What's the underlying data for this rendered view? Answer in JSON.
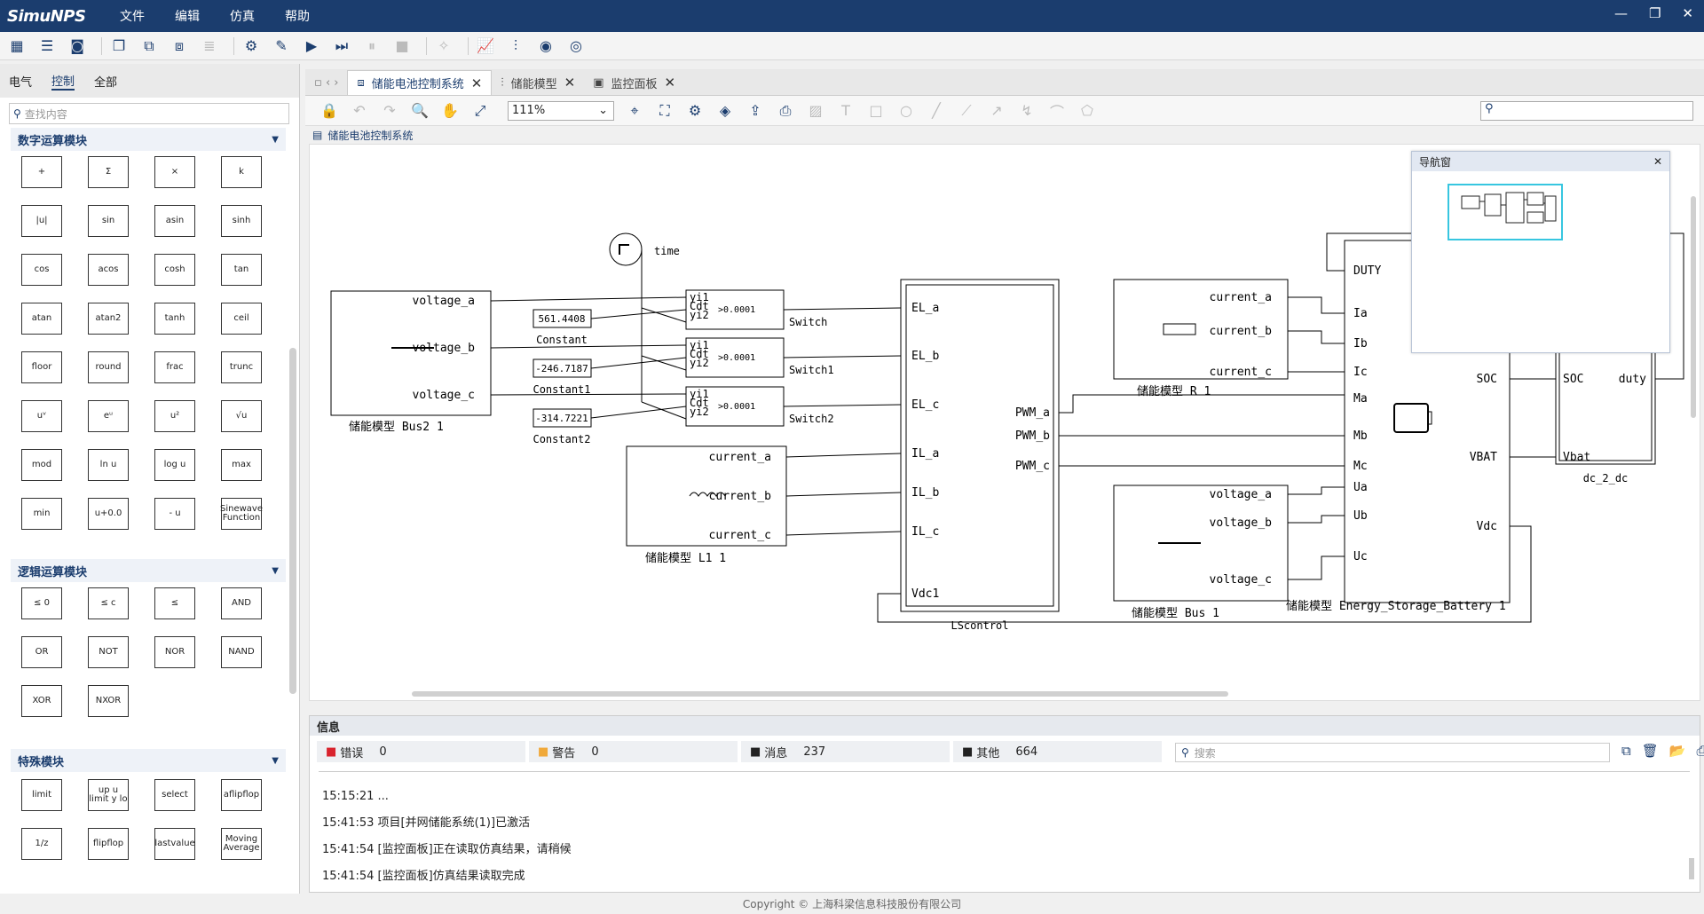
{
  "app": {
    "logo": "SimuNPS",
    "menu": [
      "文件",
      "编辑",
      "仿真",
      "帮助"
    ],
    "win": [
      "—",
      "❐",
      "✕"
    ]
  },
  "left": {
    "tabs": [
      "电气",
      "控制",
      "全部"
    ],
    "search_placeholder": "查找内容",
    "cat_math": "数字运算模块",
    "cat_logic": "逻辑运算模块",
    "cat_special": "特殊模块",
    "math_blocks": [
      "+",
      "Σ",
      "×",
      "k",
      "|u|",
      "sin",
      "asin",
      "sinh",
      "cos",
      "acos",
      "cosh",
      "tan",
      "atan",
      "atan2",
      "tanh",
      "ceil",
      "floor",
      "round",
      "frac",
      "trunc",
      "uᵛ",
      "eᵘ",
      "u²",
      "√u",
      "mod",
      "ln u",
      "log u",
      "max",
      "min",
      "u+0.0",
      "- u",
      "Sinewave Function"
    ],
    "logic_blocks": [
      "≤ 0",
      "≤ c",
      "≤",
      "AND",
      "OR",
      "NOT",
      "NOR",
      "NAND",
      "XOR",
      "NXOR"
    ],
    "special_blocks": [
      "limit",
      "up u limit y lo",
      "select",
      "aflipflop",
      "1/z",
      "flipflop",
      "lastvalue",
      "Moving Average"
    ]
  },
  "tabs": [
    {
      "label": "储能电池控制系统",
      "active": true
    },
    {
      "label": "储能模型",
      "active": false
    },
    {
      "label": "监控面板",
      "active": false
    }
  ],
  "zoom": "111%",
  "breadcrumb": "储能电池控制系统",
  "nav_window_title": "导航窗",
  "diagram": {
    "time": "time",
    "bus2": {
      "name": "储能模型 Bus2 1",
      "ports": [
        "voltage_a",
        "voltage_b",
        "voltage_c"
      ]
    },
    "constants": [
      {
        "value": "561.4408",
        "name": "Constant"
      },
      {
        "value": "-246.7187",
        "name": "Constant1"
      },
      {
        "value": "-314.7221",
        "name": "Constant2"
      }
    ],
    "switches": [
      "Switch",
      "Switch1",
      "Switch2"
    ],
    "switch_ports": [
      "yi1",
      "Cdt",
      "yi2"
    ],
    "switch_cond": ">0.0001",
    "l1": {
      "name": "储能模型 L1 1",
      "ports": [
        "current_a",
        "current_b",
        "current_c"
      ]
    },
    "ls": {
      "name": "LScontrol",
      "in": [
        "EL_a",
        "EL_b",
        "EL_c",
        "IL_a",
        "IL_b",
        "IL_c",
        "Vdc1"
      ],
      "out": [
        "PWM_a",
        "PWM_b",
        "PWM_c"
      ]
    },
    "r1": {
      "name": "储能模型 R 1",
      "ports": [
        "current_a",
        "current_b",
        "current_c"
      ]
    },
    "bus1": {
      "name": "储能模型 Bus 1",
      "ports": [
        "voltage_a",
        "voltage_b",
        "voltage_c"
      ]
    },
    "esb": {
      "name": "储能模型 Energy_Storage_Battery 1",
      "in": [
        "DUTY",
        "Ia",
        "Ib",
        "Ic",
        "Ma",
        "Mb",
        "Mc",
        "Ua",
        "Ub",
        "Uc"
      ],
      "out": [
        "SOC",
        "VBAT",
        "Vdc"
      ]
    },
    "dc": {
      "name": "dc_2_dc",
      "ports": [
        "SOC",
        "duty",
        "Vbat"
      ]
    }
  },
  "info": {
    "title": "信息",
    "filters": [
      {
        "label": "错误",
        "count": "0",
        "color": "#d9232d"
      },
      {
        "label": "警告",
        "count": "0",
        "color": "#f0a93a"
      },
      {
        "label": "消息",
        "count": "237",
        "color": "#333333"
      },
      {
        "label": "其他",
        "count": "664",
        "color": "#333333"
      }
    ],
    "search_placeholder": "搜索",
    "log": [
      "15:15:21 ...",
      "15:41:53 项目[并网储能系统(1)]已激活",
      "15:41:54 [监控面板]正在读取仿真结果，请稍候",
      "15:41:54 [监控面板]仿真结果读取完成"
    ]
  },
  "status": "Copyright © 上海科梁信息科技股份有限公司"
}
